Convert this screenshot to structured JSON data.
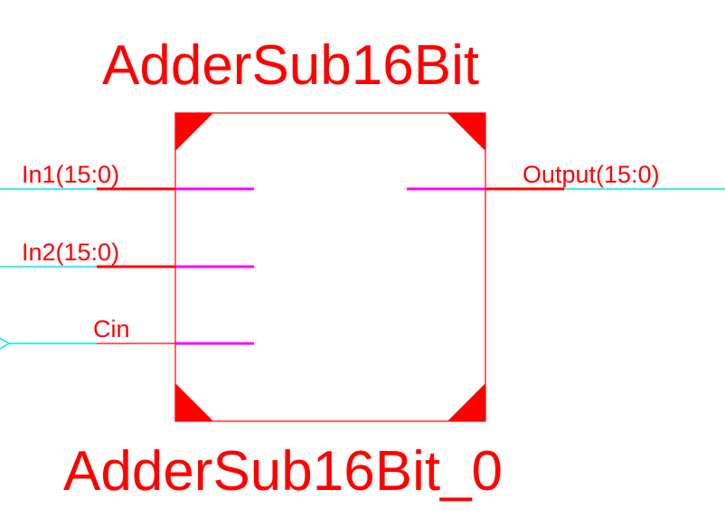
{
  "symbol": {
    "name": "AdderSub16Bit",
    "instance": "AdderSub16Bit_0"
  },
  "ports": {
    "in1": {
      "label": "In1(15:0)",
      "direction": "input",
      "bus": true
    },
    "in2": {
      "label": "In2(15:0)",
      "direction": "input",
      "bus": true
    },
    "cin": {
      "label": "Cin",
      "direction": "input",
      "bus": false
    },
    "output": {
      "label": "Output(15:0)",
      "direction": "output",
      "bus": true
    }
  },
  "colors": {
    "symbol": "#ff0000",
    "pin_stub": "#ff00ff",
    "wire": "#00e5ee",
    "background": "#ffffff"
  }
}
